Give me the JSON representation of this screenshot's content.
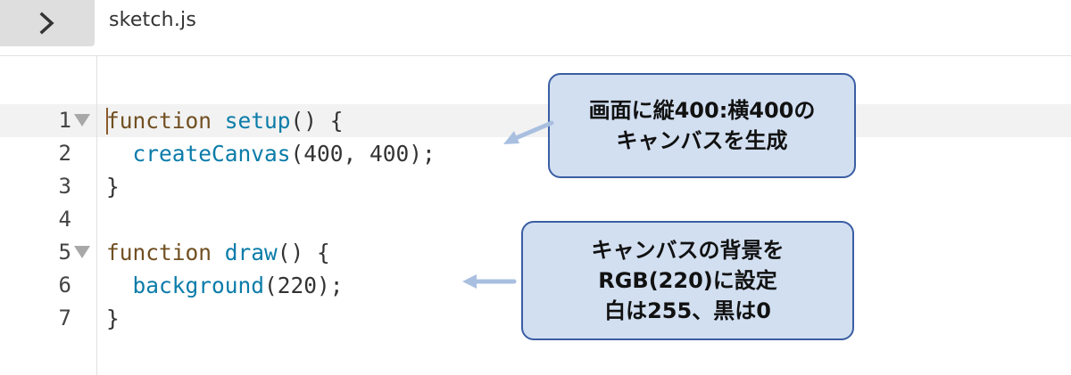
{
  "header": {
    "file_name": "sketch.js",
    "toggle_icon": "chevron-right-icon"
  },
  "editor": {
    "line_numbers": [
      "1",
      "2",
      "3",
      "4",
      "5",
      "6",
      "7"
    ],
    "code": {
      "line1": {
        "keyword": "function",
        "name": "setup",
        "rest": "() {"
      },
      "line2": {
        "indent": "  ",
        "call": "createCanvas",
        "rest": "(400, 400);"
      },
      "line3": {
        "text": "}"
      },
      "line4": {
        "text": ""
      },
      "line5": {
        "keyword": "function",
        "name": "draw",
        "rest": "() {"
      },
      "line6": {
        "indent": "  ",
        "call": "background",
        "rest": "(220);"
      },
      "line7": {
        "text": "}"
      }
    }
  },
  "annotations": {
    "callout1": {
      "line1": "画面に縦400:横400の",
      "line2": "キャンバスを生成"
    },
    "callout2": {
      "line1": "キャンバスの背景を",
      "line2": "RGB(220)に設定",
      "line3": "白は255、黒は0"
    }
  },
  "colors": {
    "keyword": "#704f21",
    "function_name": "#0b7ca9",
    "callout_fill": "#d2dff1",
    "callout_border": "#3a5ea3",
    "arrow": "#a9bfe0"
  }
}
